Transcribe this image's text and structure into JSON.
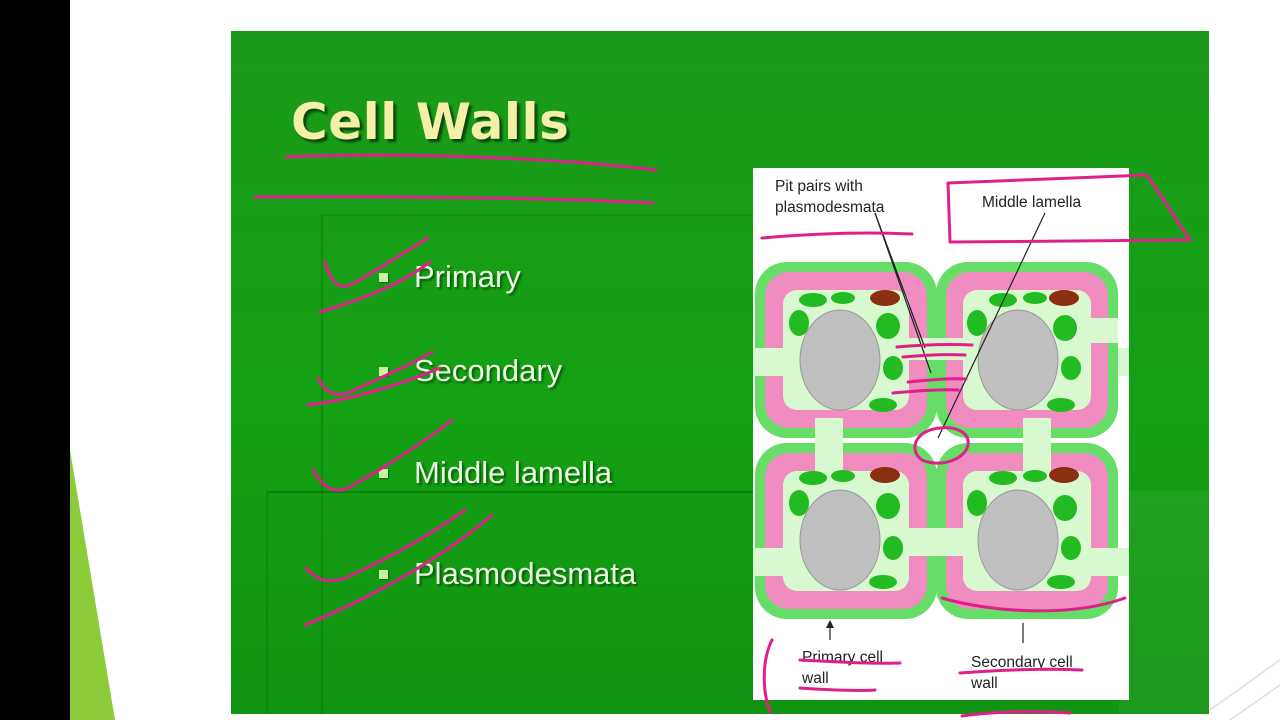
{
  "slide": {
    "title": "Cell Walls",
    "bullets": [
      {
        "label": "Primary"
      },
      {
        "label": "Secondary"
      },
      {
        "label": "Middle lamella"
      },
      {
        "label": "Plasmodesmata"
      }
    ]
  },
  "diagram": {
    "labels": {
      "pit_pairs_line1": "Pit pairs with",
      "pit_pairs_line2": "plasmodesmata",
      "middle_lamella": "Middle lamella",
      "primary_line1": "Primary cell",
      "primary_line2": "wall",
      "secondary_line1": "Secondary cell",
      "secondary_line2": "wall"
    }
  },
  "colors": {
    "slide_bg": "#129a12",
    "title": "#f4f0a8",
    "bullet_text": "#eafce0",
    "annotation_ink": "#e0208a",
    "cell_wall_green": "#66dd66",
    "secondary_wall_pink": "#f08cc0",
    "cytoplasm": "#d8f8d0",
    "nucleus": "#c0c0c0",
    "chloroplast": "#22bb22",
    "organelle_brown": "#8a3010"
  }
}
